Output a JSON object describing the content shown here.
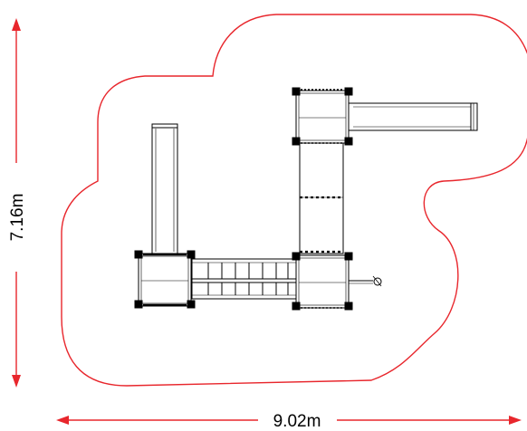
{
  "dimensions": {
    "height_label": "7.16m",
    "width_label": "9.02m"
  },
  "colors": {
    "safety_zone": "#e8262c",
    "dimension_arrows": "#e8262c",
    "structure": "#000000",
    "background": "#ffffff"
  },
  "components": {
    "platforms": 3,
    "slides": 2,
    "bridge_rungs": 7,
    "steering_wheel": 1
  }
}
